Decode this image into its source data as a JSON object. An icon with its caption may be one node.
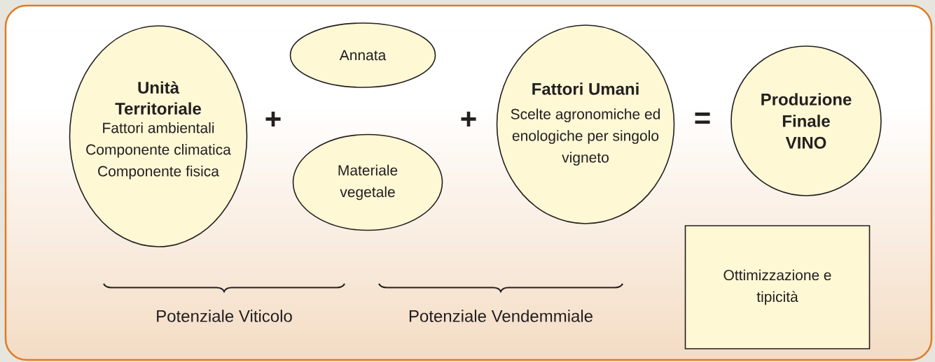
{
  "diagram": {
    "nodes": [
      {
        "text": [
          "Unità Territoriale",
          "Fattori ambientali Componente climatica Componente fisica"
        ]
      },
      {
        "text": [
          "Annata"
        ]
      },
      {
        "text": [
          "Materiale vegetale"
        ]
      },
      {
        "text": [
          "Fattori Umani",
          "Scelte agronomiche ed enologiche per singolo vigneto"
        ]
      },
      {
        "text": [
          "Produzione Finale VINO"
        ]
      },
      {
        "text": [
          "Ottimizzazione e tipicità"
        ]
      }
    ],
    "labels": [
      "+",
      "+",
      "=",
      "Potenziale Viticolo",
      "Potenziale Vendemmiale"
    ]
  }
}
